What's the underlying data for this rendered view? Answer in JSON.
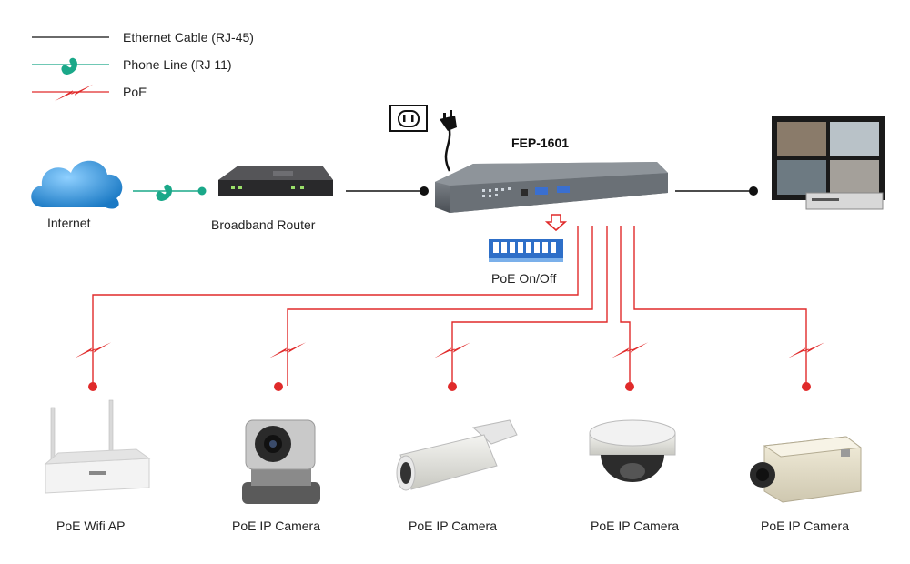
{
  "legend": {
    "ethernet": "Ethernet Cable (RJ-45)",
    "phone": "Phone Line (RJ 11)",
    "poe": "PoE"
  },
  "nodes": {
    "internet": "Internet",
    "router": "Broadband Router",
    "switch": "FEP-1601",
    "poe_switch": "PoE On/Off"
  },
  "devices": [
    {
      "label": "PoE Wifi AP"
    },
    {
      "label": "PoE IP Camera"
    },
    {
      "label": "PoE IP Camera"
    },
    {
      "label": "PoE IP Camera"
    },
    {
      "label": "PoE IP Camera"
    }
  ],
  "colors": {
    "ethernet": "#111111",
    "phone": "#1aa889",
    "poe": "#e02a2a",
    "cloud": "#2a8fd6"
  }
}
